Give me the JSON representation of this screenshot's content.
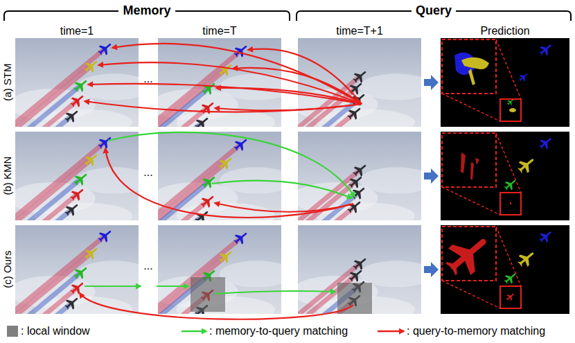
{
  "diagram": {
    "labels": [
      "Memory",
      "Query",
      "time=1",
      "time=T",
      "time=T+1",
      "Prediction",
      "(a) STM",
      "(b) KMN",
      "(c) Ours",
      "...",
      "...",
      "..."
    ],
    "legend": [
      {
        "text": ": local window",
        "color": "#7f7f7f"
      },
      {
        "text": ": memory-to-query matching"
      },
      {
        "text": ": query-to-memory matching"
      }
    ]
  }
}
